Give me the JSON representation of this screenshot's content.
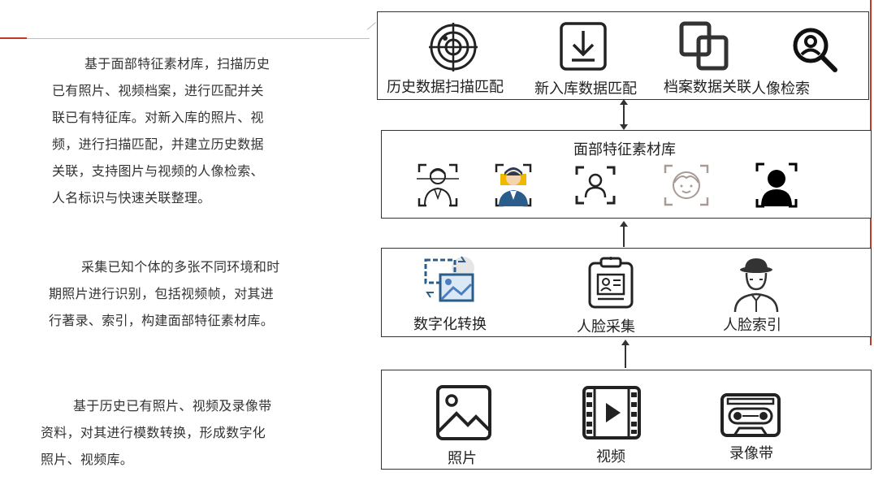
{
  "left_text": {
    "para1": [
      "基于面部特征素材库，扫描历史",
      "已有照片、视频档案，进行匹配并关",
      "联已有特征库。对新入库的照片、视",
      "频，进行扫描匹配，并建立历史数据",
      "关联，支持图片与视频的人像检索、",
      "人名标识与快速关联整理。"
    ],
    "para2": [
      "采集已知个体的多张不同环境和时",
      "期照片进行识别，包括视频帧，对其进",
      "行著录、索引，构建面部特征素材库。"
    ],
    "para3": [
      "基于历史已有照片、视频及录像带",
      "资料，对其进行模数转换，形成数字化",
      "照片、视频库。"
    ]
  },
  "layer1": {
    "items": [
      {
        "label": "历史数据扫描匹配",
        "icon": "radar-target-icon"
      },
      {
        "label": "新入库数据匹配",
        "icon": "download-tray-icon"
      },
      {
        "label": "档案数据关联",
        "icon": "link-squares-icon"
      },
      {
        "label": "人像检索",
        "icon": "person-search-icon"
      }
    ]
  },
  "layer2": {
    "title": "面部特征素材库",
    "icons": [
      "face-scan-man-icon",
      "face-scan-man-color-icon",
      "face-frame-outline-icon",
      "face-frame-girl-icon",
      "face-frame-solid-icon"
    ]
  },
  "layer3": {
    "items": [
      {
        "label": "数字化转换",
        "icon": "digitize-convert-icon"
      },
      {
        "label": "人脸采集",
        "icon": "clipboard-profile-icon"
      },
      {
        "label": "人脸索引",
        "icon": "gentleman-hat-icon"
      }
    ]
  },
  "layer4": {
    "items": [
      {
        "label": "照片",
        "icon": "photo-icon"
      },
      {
        "label": "视频",
        "icon": "film-play-icon"
      },
      {
        "label": "录像带",
        "icon": "cassette-tape-icon"
      }
    ]
  },
  "colors": {
    "accent": "#c0392b",
    "line": "#333333",
    "face_yellow": "#f0b800",
    "face_blue": "#2b5d8a",
    "bubble_blue": "#4a7fbf"
  }
}
